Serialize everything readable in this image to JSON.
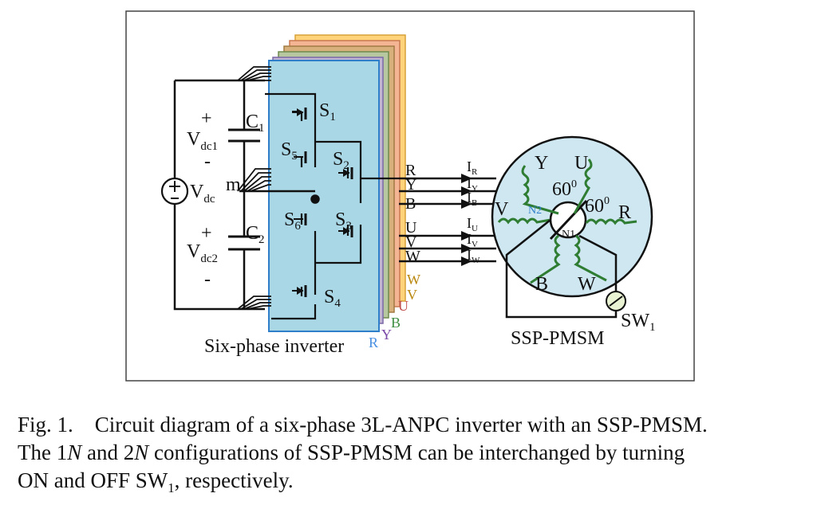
{
  "colors": {
    "inverter_fill": "#a9d7e6",
    "inverter_border": "#2f7ec9",
    "stack": [
      "#ffd37a",
      "#f3b594",
      "#d7b07b",
      "#b7c8a0",
      "#c0b5d3",
      "#d9a9a9"
    ],
    "phase_R": "#4a90e2",
    "phase_Y": "#7b4aa8",
    "phase_B": "#3e8e41",
    "phase_U": "#c0504d",
    "phase_V": "#b8860b",
    "phase_W": "#b8860b"
  },
  "icons": [
    "dc-source-icon",
    "capacitor-icon",
    "igbt-switch-icon",
    "winding-coil-icon",
    "switch-sw1-icon"
  ],
  "labels": {
    "plus_top": "+",
    "minus_top": "-",
    "plus_bottom": "+",
    "minus_bottom": "-",
    "vdc1_main": "V",
    "vdc1_sub": "dc1",
    "vdc_main": "V",
    "vdc_sub": "dc",
    "vdc2_main": "V",
    "vdc2_sub": "dc2",
    "c1_main": "C",
    "c1_sub": "1",
    "c2_main": "C",
    "c2_sub": "2",
    "mid": "m",
    "s1_main": "S",
    "s1_sub": "1",
    "s2_main": "S",
    "s2_sub": "2",
    "s3_main": "S",
    "s3_sub": "3",
    "s4_main": "S",
    "s4_sub": "4",
    "s5_main": "S",
    "s5_sub": "5",
    "s6_main": "S",
    "s6_sub": "6",
    "inverter_title": "Six-phase inverter",
    "out_R": "R",
    "out_Y": "Y",
    "out_B": "B",
    "out_U": "U",
    "out_V": "V",
    "out_W": "W",
    "stack_W": "W",
    "stack_V": "V",
    "stack_U": "U",
    "stack_B": "B",
    "stack_Y": "Y",
    "stack_R": "R",
    "ir_main": "I",
    "ir_sub": "R",
    "iy_main": "I",
    "iy_sub": "Y",
    "ib_main": "I",
    "ib_sub": "B",
    "iu_main": "I",
    "iu_sub": "U",
    "iv_main": "I",
    "iv_sub": "V",
    "iw_main": "I",
    "iw_sub": "W",
    "motor_Y": "Y",
    "motor_U": "U",
    "motor_V": "V",
    "motor_R": "R",
    "motor_B": "B",
    "motor_W": "W",
    "n2": "N2",
    "n1": "N1",
    "angle1_main": "60",
    "angle1_sup": "0",
    "angle2_main": "60",
    "angle2_sup": "0",
    "sw1_main": "SW",
    "sw1_sub": "1",
    "motor_title": "SSP-PMSM"
  },
  "caption": {
    "fig": "Fig. 1.",
    "line1": "Circuit diagram of a six-phase 3L-ANPC inverter with an SSP-PMSM.",
    "line2_a": "The 1",
    "line2_n1": "N",
    "line2_b": " and 2",
    "line2_n2": "N",
    "line2_c": " configurations of SSP-PMSM can be interchanged by turning",
    "on": "ON",
    "and": " and ",
    "off": "OFF",
    "sw_main": "SW",
    "sw_sub": "1",
    "end": ", respectively."
  }
}
